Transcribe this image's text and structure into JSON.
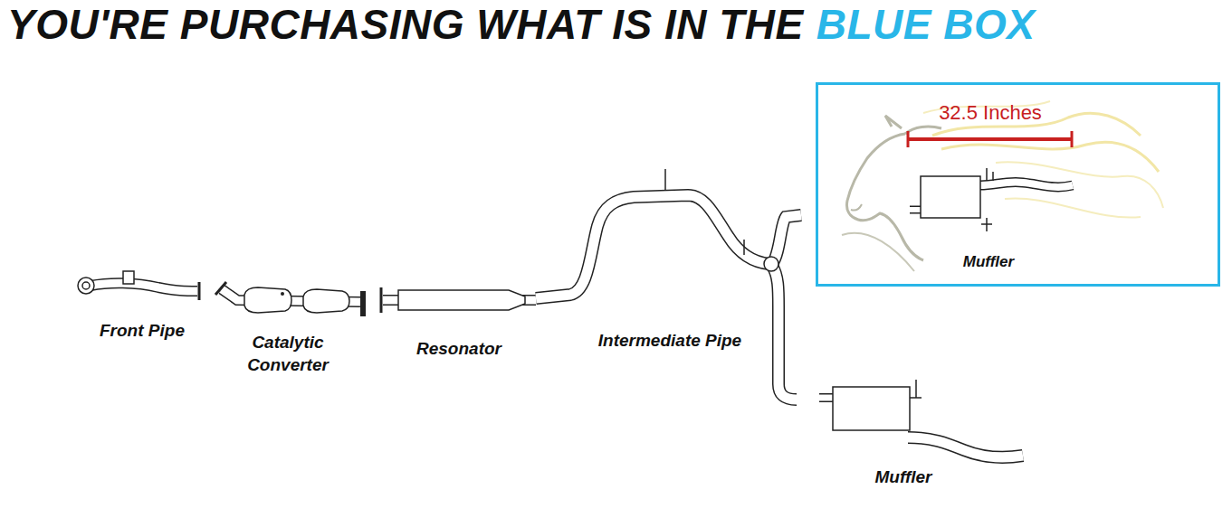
{
  "diagram": {
    "title": "YOU'RE PURCHASING WHAT IS IN THE",
    "nodes": [
      {
        "text": [
          "32.5 Inches",
          "Muffler"
        ]
      }
    ],
    "labels": [
      "BLUE BOX",
      "Front Pipe",
      "Catalytic Converter",
      "Resonator",
      "Intermediate Pipe",
      "Muffler"
    ]
  }
}
